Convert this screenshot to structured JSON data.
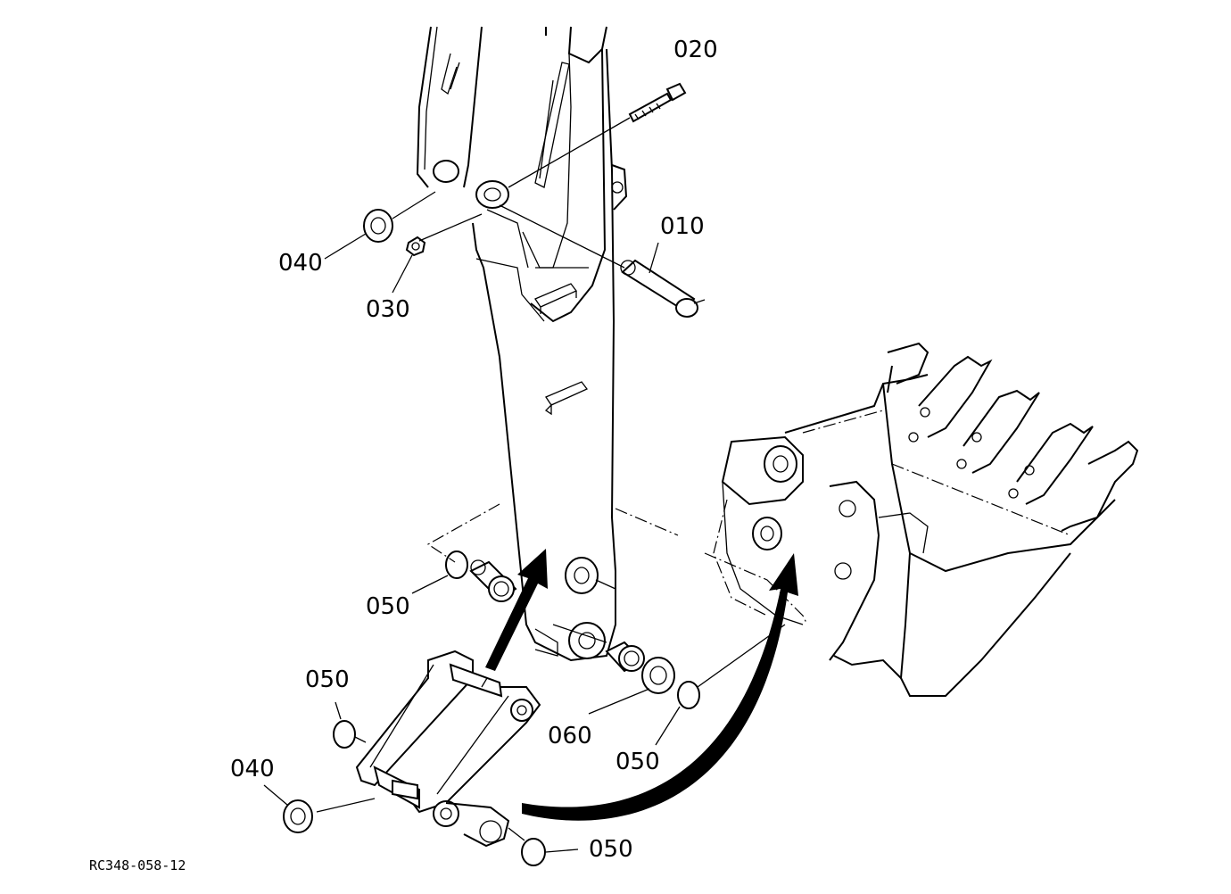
{
  "document_code": "RC348-058-12",
  "callouts": {
    "c010": "010",
    "c020": "020",
    "c030": "030",
    "c040_top": "040",
    "c040_bottom": "040",
    "c050_left_mid": "050",
    "c050_left_upper": "050",
    "c050_right": "050",
    "c050_bottom": "050",
    "c060": "060"
  }
}
